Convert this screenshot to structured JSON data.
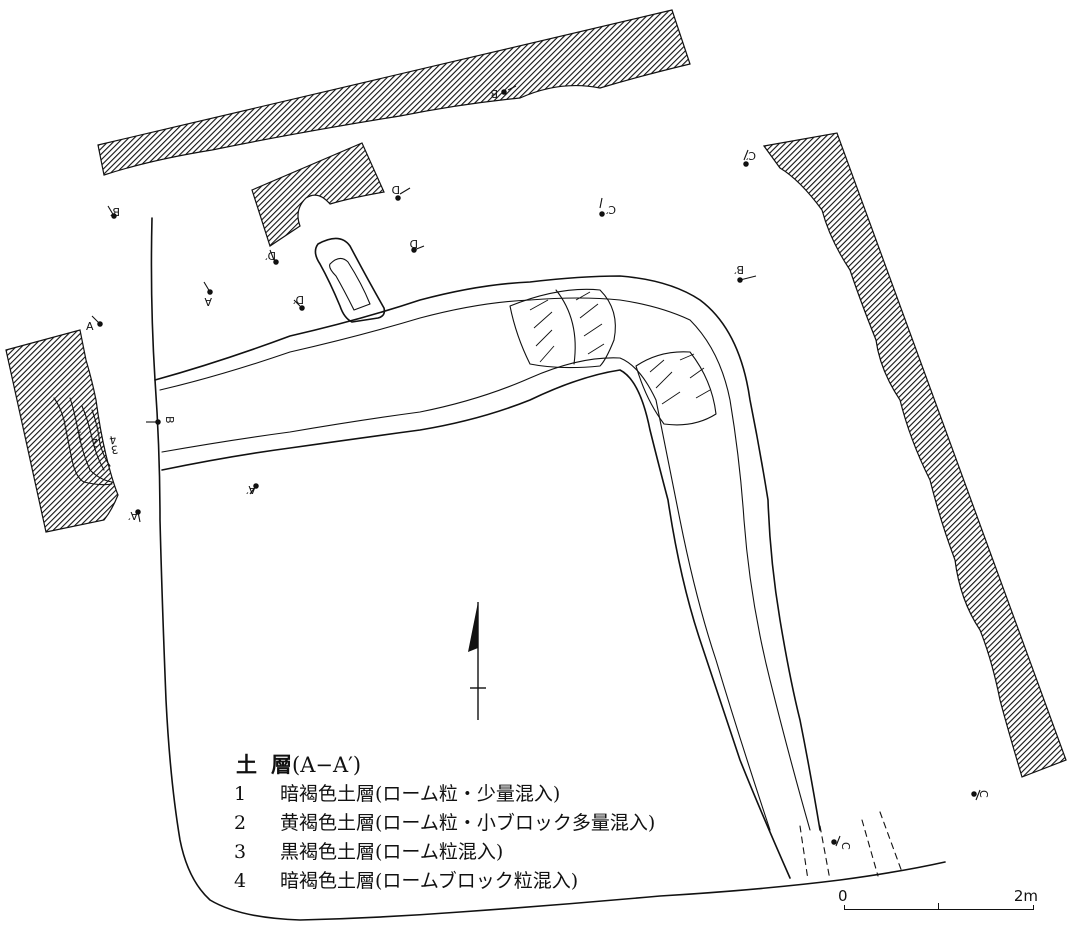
{
  "legend": {
    "title_main": "土",
    "title_second": "層",
    "title_section": "(A−A′)",
    "layers": [
      {
        "num": "1",
        "text": "暗褐色土層(ローム粒・少量混入)"
      },
      {
        "num": "2",
        "text": "黄褐色土層(ローム粒・小ブロック多量混入)"
      },
      {
        "num": "3",
        "text": "黒褐色土層(ローム粒混入)"
      },
      {
        "num": "4",
        "text": "暗褐色土層(ロームブロック粒混入)"
      }
    ]
  },
  "scale": {
    "start": "0",
    "end": "2m"
  },
  "section_marks": {
    "a": "A",
    "a_prime": "A′",
    "b": "B",
    "b_prime": "B′",
    "c": "C",
    "c_prime": "C′",
    "d": "D",
    "d_prime": "D′"
  },
  "profile_numbers": [
    "1",
    "2",
    "3",
    "4"
  ]
}
